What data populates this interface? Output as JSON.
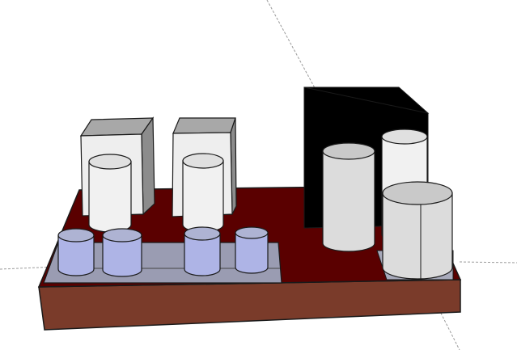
{
  "viewport": {
    "background": "#ffffff",
    "axis_color": "#9a9a9a",
    "edge_color": "#1a1a1a"
  },
  "colors": {
    "board_top": "#5a0000",
    "board_front": "#7a3b2a",
    "board_side": "#6a2f22",
    "tray_top": "#9a9cb2",
    "small_cap_body": "#aeb4e6",
    "small_cap_top": "#aeb3d3",
    "white_block_front": "#eeeeee",
    "white_block_side": "#8c8c8c",
    "white_block_top": "#a8a8a8",
    "tall_cyl_body": "#f1f1f1",
    "tall_cyl_top": "#e0e0e0",
    "black_block": "#000000",
    "gray_cyl_body": "#dcdcdc",
    "gray_cyl_top": "#c9c9c9"
  },
  "objects": [
    "circuit-board",
    "tray-plate",
    "white-block-left",
    "white-block-right",
    "black-block",
    "tall-cylinder-left",
    "tall-cylinder-right",
    "small-capacitor-1",
    "small-capacitor-2",
    "small-capacitor-3",
    "small-capacitor-4",
    "gray-cylinder-middle",
    "white-cylinder-back",
    "gray-cylinder-front"
  ]
}
